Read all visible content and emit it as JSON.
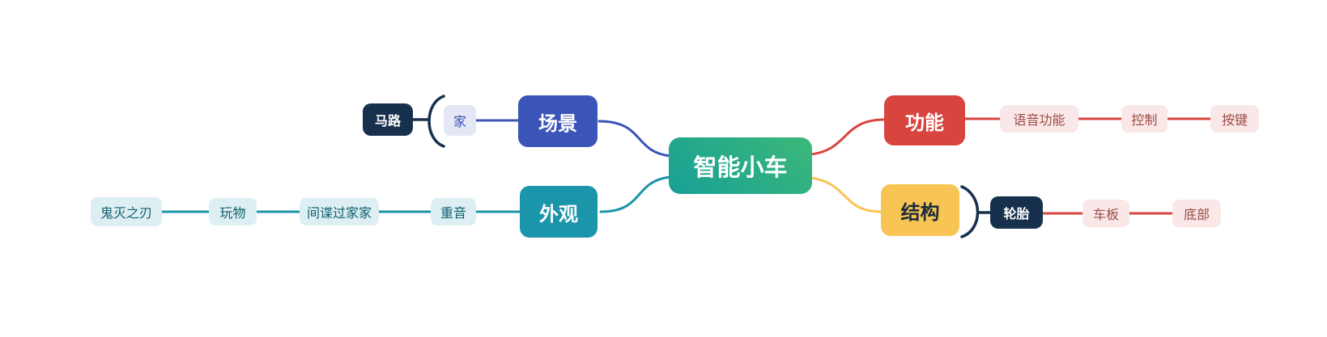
{
  "canvas": {
    "background": "#FFFFFF"
  },
  "palette": {
    "root_gradient_start": "#3CB879",
    "root_gradient_end": "#17A095",
    "blue": "#3B54B7",
    "blue_light": "#E4E7F4",
    "teal": "#1B95A9",
    "teal_light": "#DDEFF3",
    "teal_text": "#11606E",
    "red": "#D8453F",
    "red_light": "#FAE8E8",
    "red_text": "#9C4A47",
    "yellow": "#F8C554",
    "yellow_text": "#1C2B3A",
    "navy": "#17304D"
  },
  "mindmap": {
    "root": {
      "label": "智能小车"
    },
    "branches": [
      {
        "label": "场景",
        "side": "left-top",
        "color": "#3B54B7",
        "children": [
          {
            "label": "家"
          }
        ],
        "summary": {
          "label": "马路",
          "of": "家"
        }
      },
      {
        "label": "外观",
        "side": "left-bottom",
        "color": "#1B95A9",
        "children": [
          {
            "label": "重音"
          },
          {
            "label": "间谍过家家"
          },
          {
            "label": "玩物"
          },
          {
            "label": "鬼灭之刃"
          }
        ]
      },
      {
        "label": "功能",
        "side": "right-top",
        "color": "#D8453F",
        "children": [
          {
            "label": "语音功能"
          },
          {
            "label": "控制"
          },
          {
            "label": "按键"
          }
        ]
      },
      {
        "label": "结构",
        "side": "right-bottom",
        "color": "#F8C554",
        "summary": {
          "label": "轮胎",
          "of": "结构",
          "children": [
            {
              "label": "车板"
            },
            {
              "label": "底部"
            }
          ]
        }
      }
    ]
  }
}
